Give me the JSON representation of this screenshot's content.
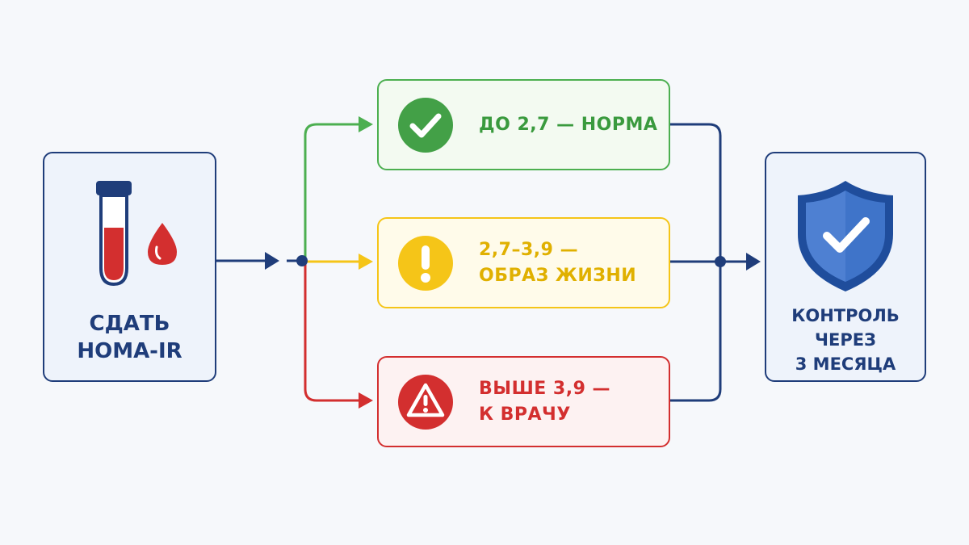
{
  "start": {
    "label": "СДАТЬ\nHOMA-IR",
    "icon": "test-tube-with-blood-drop-icon"
  },
  "outcomes": [
    {
      "label": "ДО 2,7 — НОРМА",
      "icon": "check-circle-icon",
      "color": "#4caf50"
    },
    {
      "label": "2,7–3,9 —\nОБРАЗ ЖИЗНИ",
      "icon": "exclamation-circle-icon",
      "color": "#f5c518"
    },
    {
      "label": "ВЫШЕ 3,9 —\nК ВРАЧУ",
      "icon": "warning-triangle-icon",
      "color": "#d32f2f"
    }
  ],
  "end": {
    "label": "КОНТРОЛЬ\nЧЕРЕЗ\n3 МЕСЯЦА",
    "icon": "shield-check-icon"
  },
  "colors": {
    "navy": "#1f3d7a",
    "green": "#4caf50",
    "yellow": "#f5c518",
    "red": "#d32f2f"
  }
}
